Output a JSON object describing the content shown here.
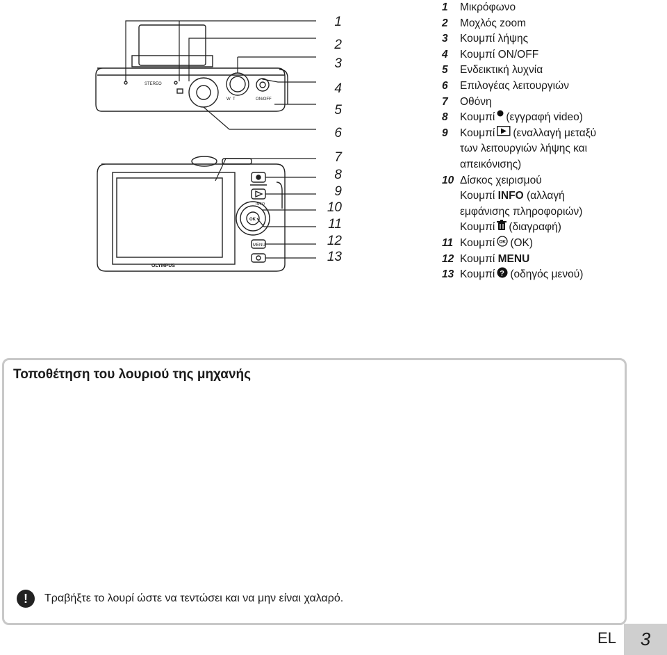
{
  "callouts": [
    "1",
    "2",
    "3",
    "4",
    "5",
    "6",
    "7",
    "8",
    "9",
    "10",
    "11",
    "12",
    "13"
  ],
  "legend": [
    {
      "num": "1",
      "text": "Μικρόφωνο"
    },
    {
      "num": "2",
      "text": "Μοχλός zoom"
    },
    {
      "num": "3",
      "text": "Κουμπί λήψης"
    },
    {
      "num": "4",
      "text": "Κουμπί ON/OFF"
    },
    {
      "num": "5",
      "text": "Ενδεικτική λυχνία"
    },
    {
      "num": "6",
      "text": "Επιλογέας λειτουργιών"
    },
    {
      "num": "7",
      "text": "Οθόνη"
    },
    {
      "num": "8",
      "pre": "Κουμπί",
      "post": "(εγγραφή video)"
    },
    {
      "num": "9",
      "pre": "Κουμπί",
      "post": "(εναλλαγή μεταξύ",
      "cont": [
        "των λειτουργιών λήψης και",
        "απεικόνισης)"
      ]
    },
    {
      "num": "10",
      "text": "Δίσκος χειρισμού",
      "cont_info_pre": "Κουμπί",
      "cont_info_bold": "INFO",
      "cont_info_post": "(αλλαγή",
      "cont2": "εμφάνισης πληροφοριών)",
      "cont_del_pre": "Κουμπί",
      "cont_del_post": "(διαγραφή)"
    },
    {
      "num": "11",
      "pre": "Κουμπί",
      "post": "(OK)"
    },
    {
      "num": "12",
      "pre": "Κουμπί",
      "bold": "MENU"
    },
    {
      "num": "13",
      "pre": "Κουμπί",
      "post": "(οδηγός μενού)"
    }
  ],
  "camera_labels": {
    "stereo": "STEREO",
    "on_off": "ON/OFF",
    "w": "W",
    "t": "T",
    "info": "INFO",
    "ok": "OK",
    "menu": "MENU",
    "brand": "OLYMPUS"
  },
  "section": {
    "title": "Τοποθέτηση του λουριού της μηχανής",
    "warning": "Τραβήξτε το λουρί ώστε να τεντώσει και να μην είναι χαλαρό."
  },
  "footer": {
    "lang": "EL",
    "page": "3"
  }
}
